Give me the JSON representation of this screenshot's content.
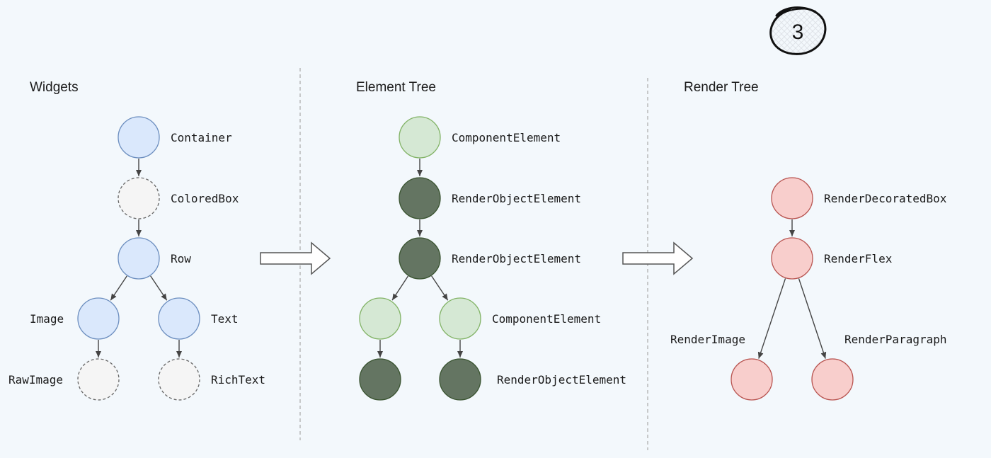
{
  "badge": "3",
  "columns": [
    {
      "title": "Widgets",
      "nodes": [
        {
          "id": "container",
          "label": "Container",
          "style": "blue"
        },
        {
          "id": "coloredbox",
          "label": "ColoredBox",
          "style": "dashed"
        },
        {
          "id": "row",
          "label": "Row",
          "style": "blue"
        },
        {
          "id": "image",
          "label": "Image",
          "style": "blue"
        },
        {
          "id": "text",
          "label": "Text",
          "style": "blue"
        },
        {
          "id": "rawimage",
          "label": "RawImage",
          "style": "dashed"
        },
        {
          "id": "richtext",
          "label": "RichText",
          "style": "dashed"
        }
      ],
      "edges": [
        [
          "container",
          "coloredbox"
        ],
        [
          "coloredbox",
          "row"
        ],
        [
          "row",
          "image"
        ],
        [
          "row",
          "text"
        ],
        [
          "image",
          "rawimage"
        ],
        [
          "text",
          "richtext"
        ]
      ]
    },
    {
      "title": "Element Tree",
      "nodes": [
        {
          "id": "e1",
          "label": "ComponentElement",
          "style": "lightgreen"
        },
        {
          "id": "e2",
          "label": "RenderObjectElement",
          "style": "darkgreen"
        },
        {
          "id": "e3",
          "label": "RenderObjectElement",
          "style": "darkgreen"
        },
        {
          "id": "e4",
          "label": "",
          "style": "lightgreen"
        },
        {
          "id": "e5",
          "label": "ComponentElement",
          "style": "lightgreen"
        },
        {
          "id": "e6",
          "label": "",
          "style": "darkgreen"
        },
        {
          "id": "e7",
          "label": "RenderObjectElement",
          "style": "darkgreen"
        }
      ],
      "edges": [
        [
          "e1",
          "e2"
        ],
        [
          "e2",
          "e3"
        ],
        [
          "e3",
          "e4"
        ],
        [
          "e3",
          "e5"
        ],
        [
          "e4",
          "e6"
        ],
        [
          "e5",
          "e7"
        ]
      ]
    },
    {
      "title": "Render Tree",
      "nodes": [
        {
          "id": "r1",
          "label": "RenderDecoratedBox",
          "style": "pink"
        },
        {
          "id": "r2",
          "label": "RenderFlex",
          "style": "pink"
        },
        {
          "id": "r3",
          "label": "RenderImage",
          "style": "pink"
        },
        {
          "id": "r4",
          "label": "RenderParagraph",
          "style": "pink"
        }
      ],
      "edges": [
        [
          "r1",
          "r2"
        ],
        [
          "r2",
          "r3"
        ],
        [
          "r2",
          "r4"
        ]
      ]
    }
  ],
  "colors": {
    "blue": {
      "fill": "#dae8fc",
      "stroke": "#6c8ebf"
    },
    "dashed": {
      "fill": "#f5f5f5",
      "stroke": "#666666"
    },
    "lightgreen": {
      "fill": "#d5e8d4",
      "stroke": "#82b366"
    },
    "darkgreen": {
      "fill": "#647562",
      "stroke": "#3a5431"
    },
    "pink": {
      "fill": "#f8cecc",
      "stroke": "#b85450"
    },
    "edge": "#444444",
    "divider": "#aaaaaa"
  },
  "transition_arrows": [
    {
      "icon": "hollow-right-arrow-icon"
    },
    {
      "icon": "hollow-right-arrow-icon"
    }
  ]
}
